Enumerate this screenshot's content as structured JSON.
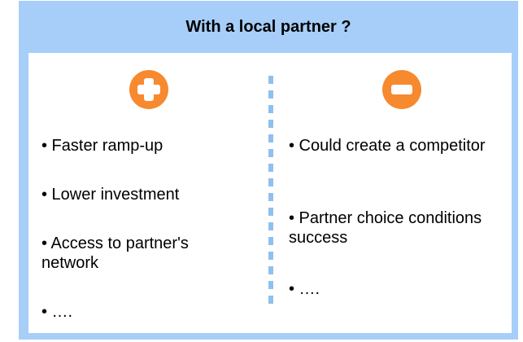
{
  "header": {
    "title": "With a local partner ?"
  },
  "pros": {
    "icon": "plus-icon",
    "items": [
      "• Faster ramp-up",
      "• Lower investment",
      "• Access to partner's network",
      "• …."
    ]
  },
  "cons": {
    "icon": "minus-icon",
    "items": [
      "• Could create a competitor",
      "• Partner choice conditions success",
      "• …."
    ]
  },
  "colors": {
    "frame": "#a6cef8",
    "icon": "#f7892f",
    "divider": "#8fc0ee"
  }
}
